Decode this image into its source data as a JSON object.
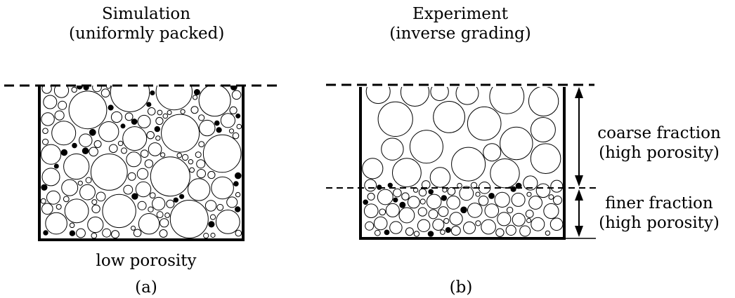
{
  "panel_a": {
    "title_line1": "Simulation",
    "title_line2": "(uniformly packed)",
    "bottom_label": "low porosity",
    "tag": "(a)"
  },
  "panel_b": {
    "title_line1": "Experiment",
    "title_line2": "(inverse grading)",
    "upper_label_line1": "coarse fraction",
    "upper_label_line2": "(high porosity)",
    "lower_label_line1": "finer fraction",
    "lower_label_line2": "(high porosity)",
    "tag": "(b)"
  }
}
